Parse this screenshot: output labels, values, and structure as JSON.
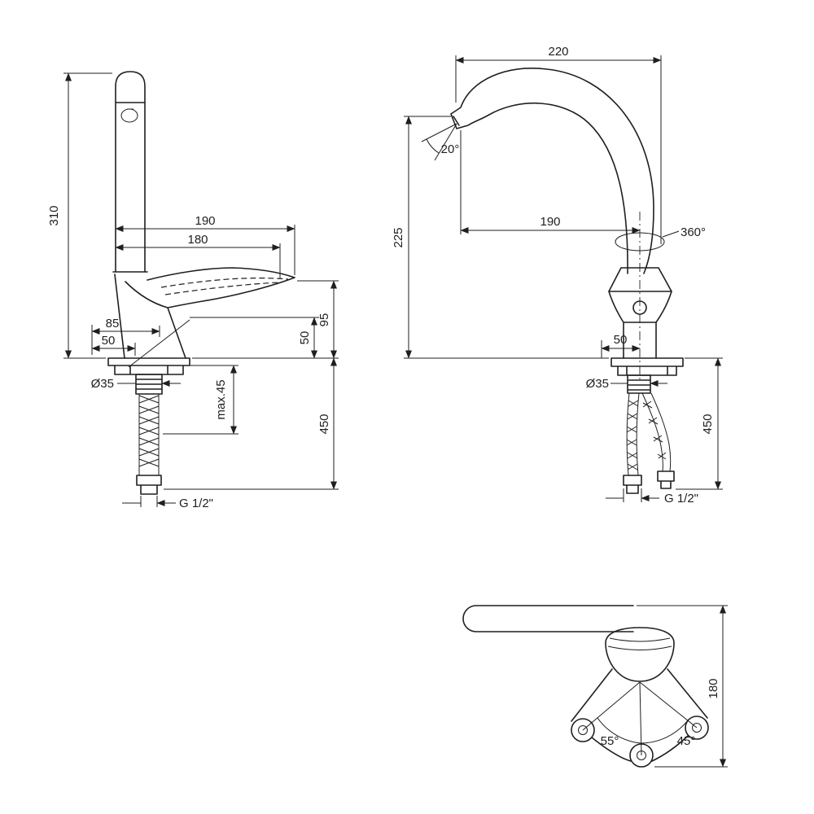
{
  "colors": {
    "background": "#ffffff",
    "line": "#1f1f1f"
  },
  "views": {
    "side": {
      "dims": {
        "height_310": "310",
        "reach_190": "190",
        "reach_180": "180",
        "offset_85": "85",
        "offset_50": "50",
        "drop_95": "95",
        "drop_50": "50",
        "dia_35": "Ø35",
        "max_45": "max.45",
        "hose_450": "450",
        "thread": "G 1/2\""
      }
    },
    "front": {
      "dims": {
        "width_220": "220",
        "spout_angle_20": "20°",
        "height_225": "225",
        "reach_190": "190",
        "swivel_360": "360°",
        "offset_50": "50",
        "dia_35": "Ø35",
        "hose_450": "450",
        "thread": "G 1/2\""
      }
    },
    "bottom": {
      "dims": {
        "angle_55": "55°",
        "angle_45": "45°",
        "span_180": "180"
      }
    }
  }
}
